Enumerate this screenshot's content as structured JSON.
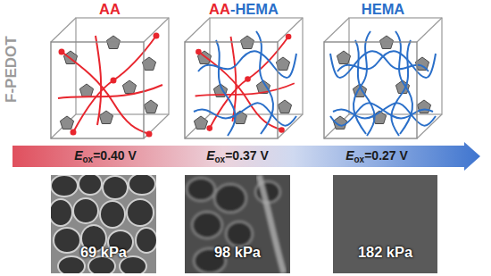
{
  "diagram": {
    "nodes": [
      {
        "text": [
          "AA"
        ]
      },
      {
        "text": [
          "AA-HEMA"
        ]
      },
      {
        "text": [
          "HEMA"
        ]
      },
      {
        "text": [
          "Eox=0.40 V",
          "Eox=0.37 V",
          "Eox=0.27 V"
        ]
      },
      {
        "text": [
          "69 kPa"
        ]
      },
      {
        "text": [
          "98 kPa"
        ]
      },
      {
        "text": [
          "182 kPa"
        ]
      }
    ],
    "labels": [
      "F-PEDOT"
    ]
  }
}
